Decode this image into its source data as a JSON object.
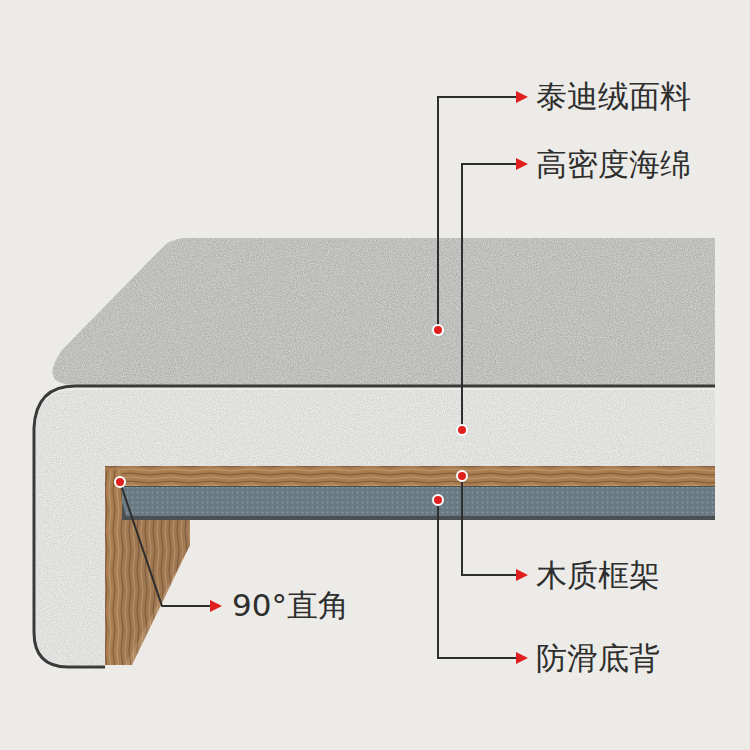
{
  "diagram": {
    "labels": [
      "泰迪绒面料",
      "高密度海绵",
      "木质框架",
      "90°直角",
      "防滑底背"
    ]
  }
}
